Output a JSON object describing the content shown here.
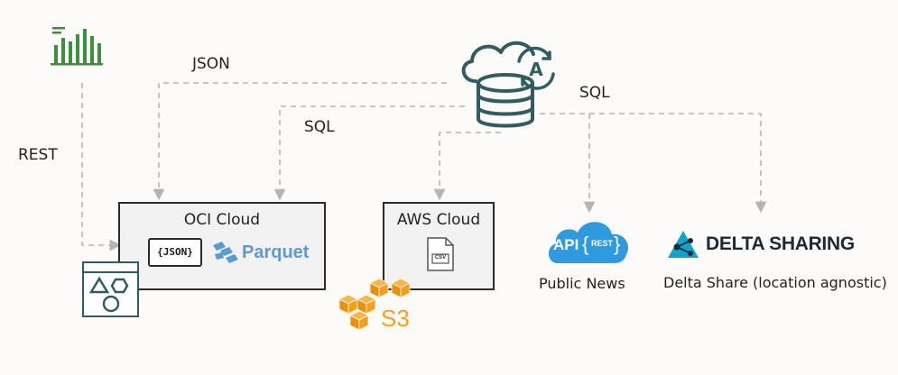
{
  "connectors": {
    "rest": "REST",
    "json": "JSON",
    "sql_oci": "SQL",
    "sql_right": "SQL"
  },
  "oci_cloud": {
    "title": "OCI Cloud",
    "json_badge": "{JSON}",
    "parquet_label": "Parquet"
  },
  "aws_cloud": {
    "title": "AWS Cloud",
    "csv_label": "CSV",
    "s3_label": "S3"
  },
  "public_news": {
    "api_label": "API",
    "rest_label": "REST",
    "caption": "Public News"
  },
  "delta_share": {
    "logo_text": "DELTA SHARING",
    "caption": "Delta Share (location agnostic)"
  },
  "database": {
    "badge_letter": "A"
  },
  "colors": {
    "green": "#3f8f3a",
    "teal": "#2f5d62",
    "blue": "#3a8fd8",
    "orange": "#f5a01a",
    "dash": "#b5b5b5"
  }
}
